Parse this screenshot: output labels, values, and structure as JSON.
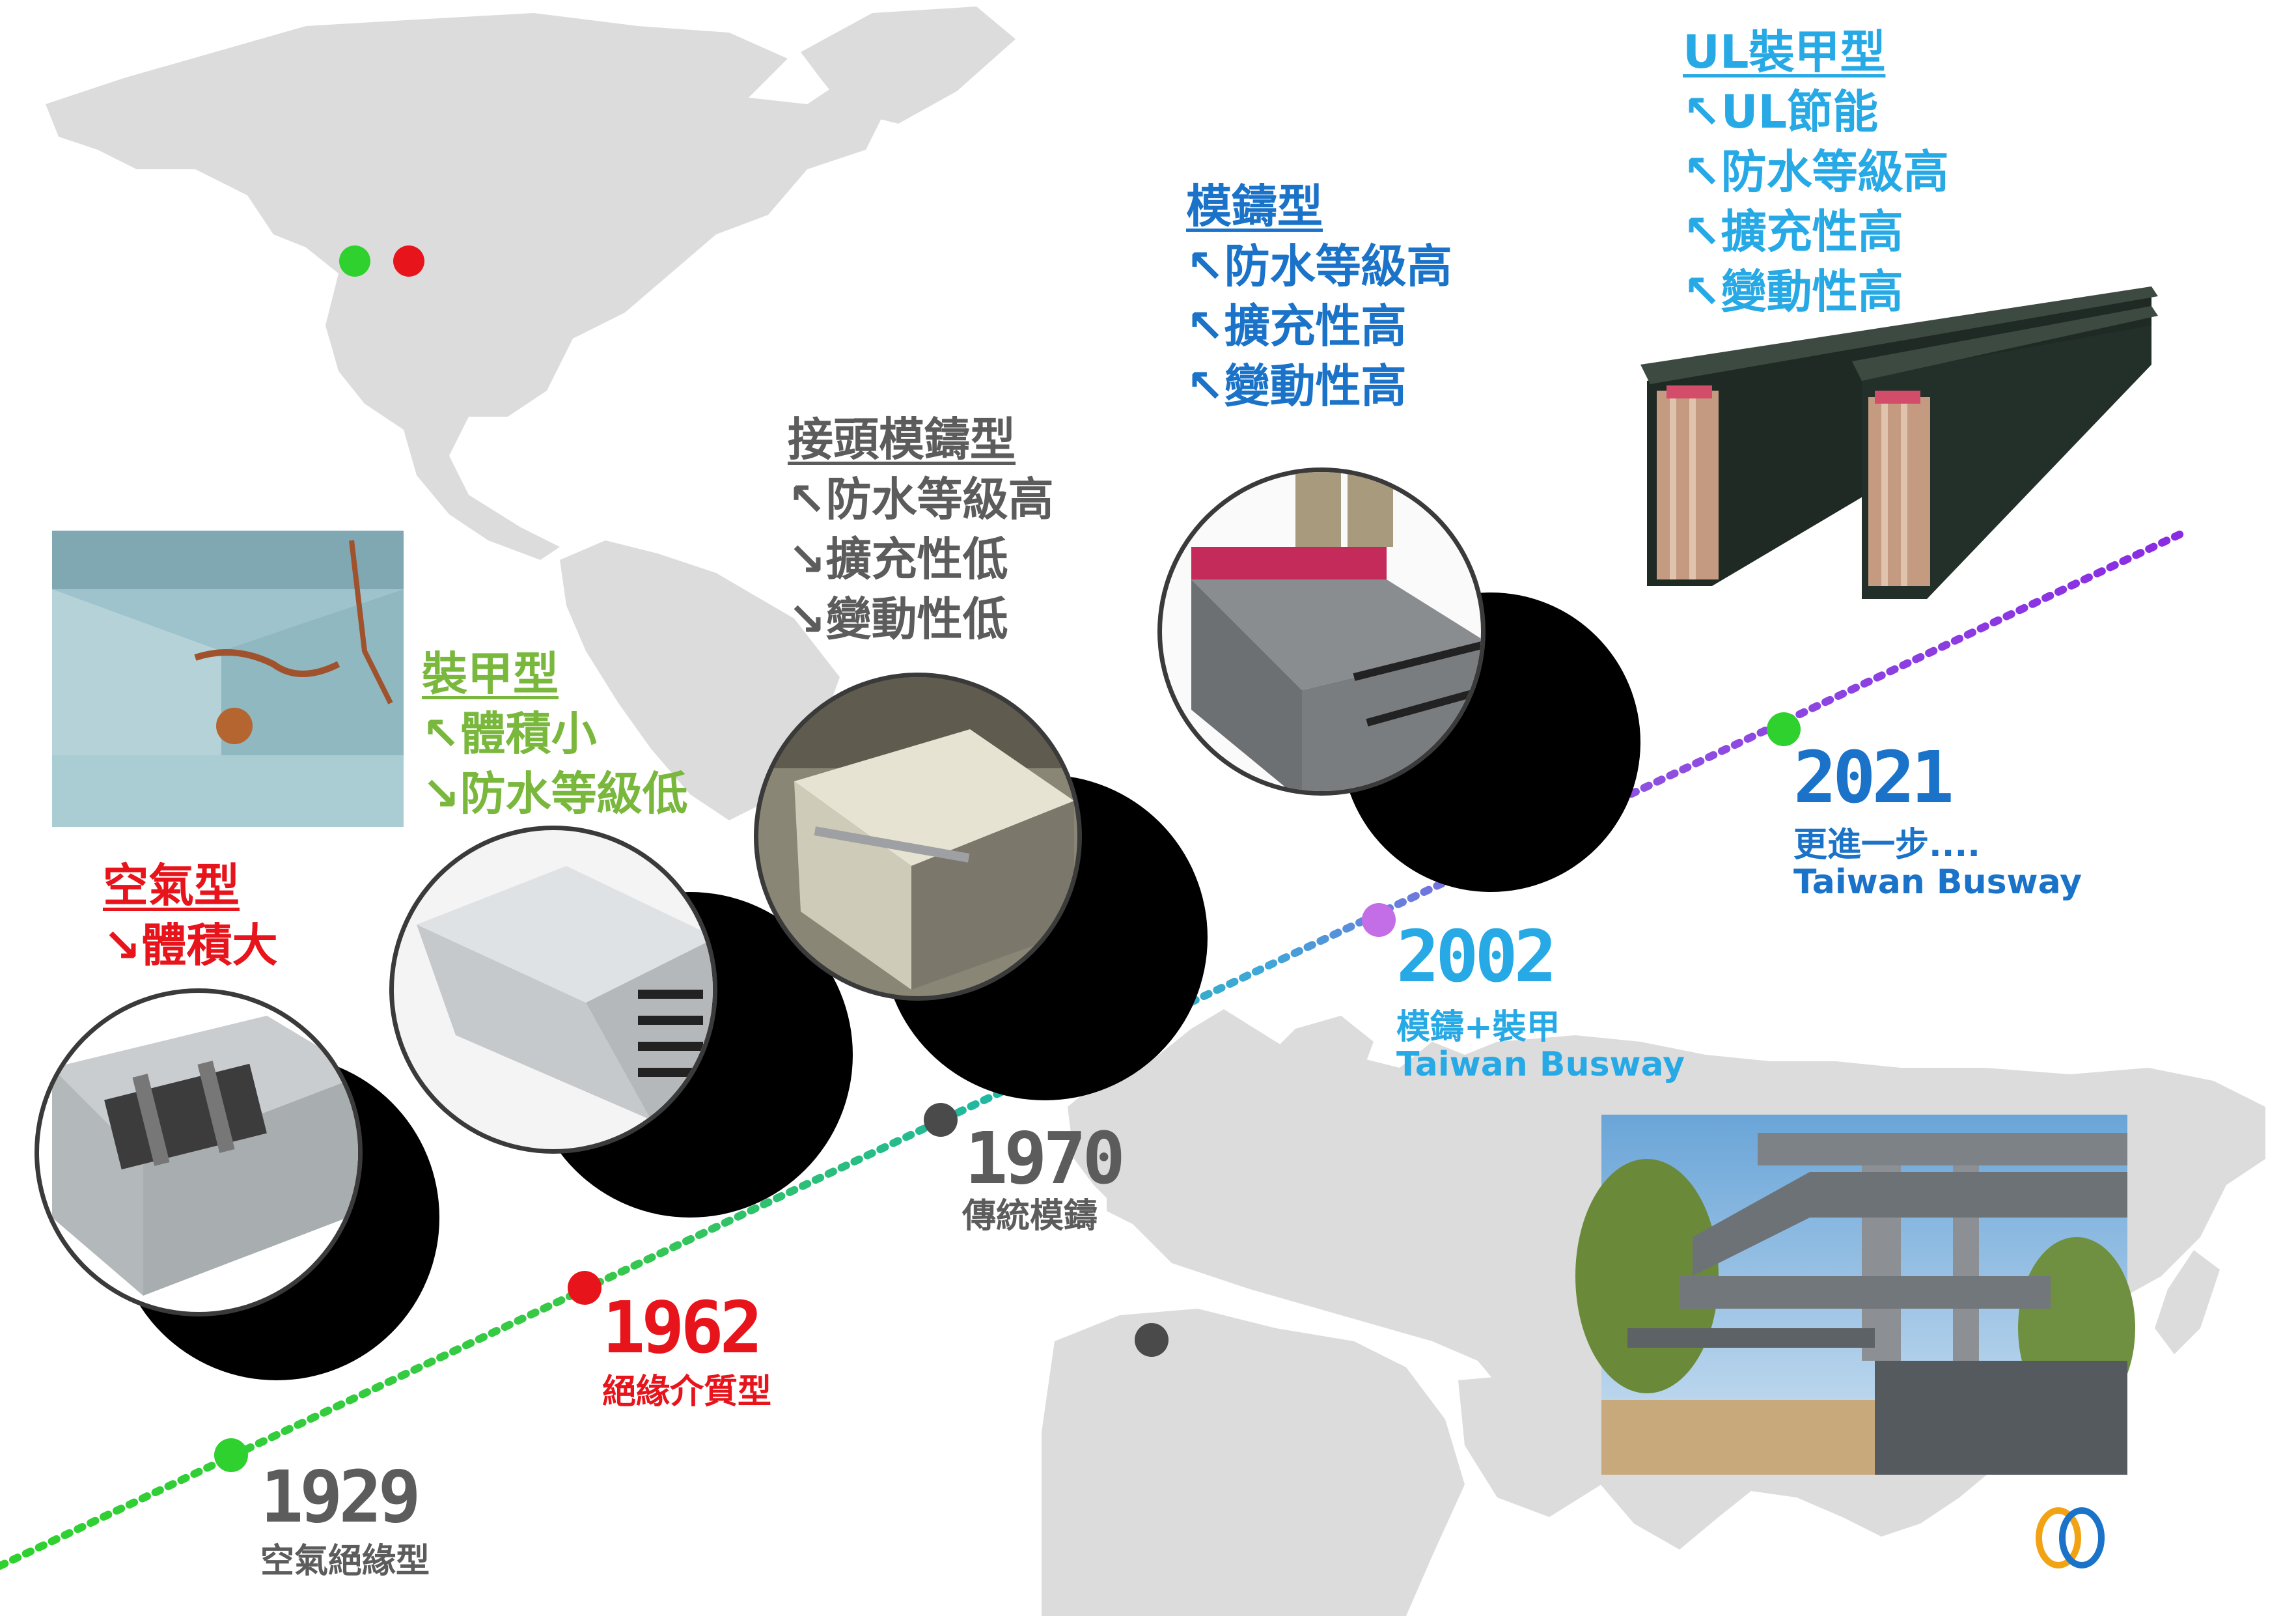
{
  "colors": {
    "red": "#e8141b",
    "green_text": "#79b83c",
    "gray_text": "#5c5c5c",
    "blue_dark": "#1a73c8",
    "blue_light": "#27a9e6",
    "map": "#dcdcdc",
    "dot_green": "#2ed12e",
    "dot_red": "#e8141b",
    "dot_gray": "#4a4a4a",
    "dot_purple": "#c36de6"
  },
  "labels": {
    "air": {
      "title": "空氣型",
      "lines": [
        "↘體積大"
      ]
    },
    "armor": {
      "title": "裝甲型",
      "lines": [
        "↖體積小",
        "↘防水等級低"
      ]
    },
    "joint_cast": {
      "title": "接頭模鑄型",
      "lines": [
        "↖防水等級高",
        "↘擴充性低",
        "↘變動性低"
      ]
    },
    "cast": {
      "title": "模鑄型",
      "lines": [
        "↖防水等級高",
        "↖擴充性高",
        "↖變動性高"
      ]
    },
    "ul_armor": {
      "title": "UL裝甲型",
      "lines": [
        "↖UL節能",
        "↖防水等級高",
        "↖擴充性高",
        "↖變動性高"
      ]
    }
  },
  "milestones": [
    {
      "year": "1929",
      "sub": [
        "空氣絕緣型"
      ],
      "color": "#5c5c5c",
      "dot": "#2ed12e"
    },
    {
      "year": "1962",
      "sub": [
        "絕緣介質型"
      ],
      "color": "#e8141b",
      "dot": "#e8141b"
    },
    {
      "year": "1970",
      "sub": [
        "傳統模鑄"
      ],
      "color": "#5c5c5c",
      "dot": "#4a4a4a"
    },
    {
      "year": "2002",
      "sub": [
        "模鑄+裝甲",
        "Taiwan Busway"
      ],
      "color": "#27a9e6",
      "dot": "#c36de6"
    },
    {
      "year": "2021",
      "sub": [
        "更進一步....",
        "Taiwan Busway"
      ],
      "color": "#1a73c8",
      "dot": "#2ed12e"
    }
  ],
  "photos": [
    "air-duct-corroded-photo",
    "air-busway-section-photo",
    "armored-busway-photo",
    "joint-cast-busway-photo",
    "cast-resin-busway-photo",
    "ul-armored-busway-photo",
    "outdoor-busway-installation-photo"
  ],
  "logo": "taiwan-busway-logo"
}
